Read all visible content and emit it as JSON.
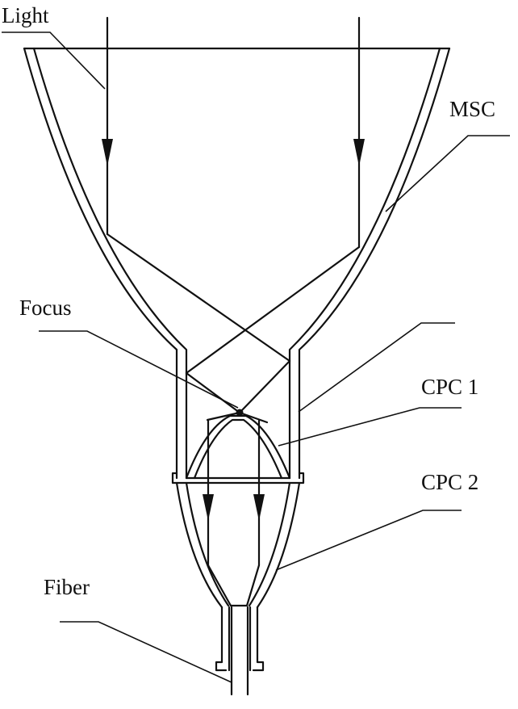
{
  "labels": {
    "light": "Light",
    "msc": "MSC",
    "focus": "Focus",
    "cpc1": "CPC 1",
    "cpc2": "CPC 2",
    "fiber": "Fiber"
  }
}
